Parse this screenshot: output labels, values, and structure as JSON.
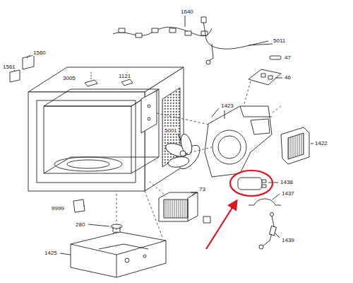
{
  "diagram": {
    "labels": [
      "1640",
      "5011",
      "47",
      "1560",
      "1561",
      "3005",
      "1121",
      "46",
      "1423",
      "5001",
      "1422",
      "1438",
      "1437",
      "9999",
      "73",
      "280",
      "1439",
      "1425"
    ]
  }
}
